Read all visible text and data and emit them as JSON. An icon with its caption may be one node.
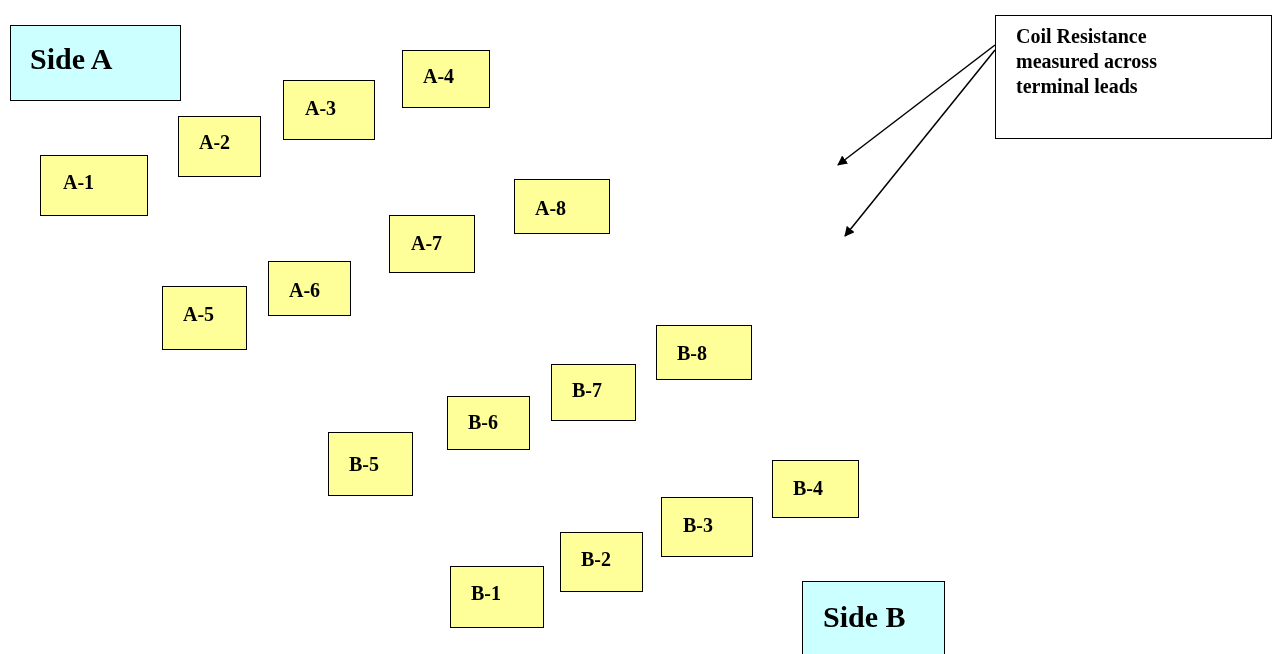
{
  "diagram": {
    "nodes": [
      {
        "text": [
          "Side A"
        ]
      },
      {
        "text": [
          "A-1"
        ]
      },
      {
        "text": [
          "A-2"
        ]
      },
      {
        "text": [
          "A-3"
        ]
      },
      {
        "text": [
          "A-4"
        ]
      },
      {
        "text": [
          "A-5"
        ]
      },
      {
        "text": [
          "A-6"
        ]
      },
      {
        "text": [
          "A-7"
        ]
      },
      {
        "text": [
          "A-8"
        ]
      },
      {
        "text": [
          "Coil Resistance measured across terminal leads"
        ]
      },
      {
        "text": [
          "B-1"
        ]
      },
      {
        "text": [
          "B-2"
        ]
      },
      {
        "text": [
          "B-3"
        ]
      },
      {
        "text": [
          "B-4"
        ]
      },
      {
        "text": [
          "B-5"
        ]
      },
      {
        "text": [
          "B-6"
        ]
      },
      {
        "text": [
          "B-7"
        ]
      },
      {
        "text": [
          "B-8"
        ]
      },
      {
        "text": [
          "Side B"
        ]
      }
    ],
    "edges": [
      {
        "from": 9,
        "to": null,
        "arrow": "to"
      },
      {
        "from": 9,
        "to": null,
        "arrow": "to"
      }
    ]
  }
}
